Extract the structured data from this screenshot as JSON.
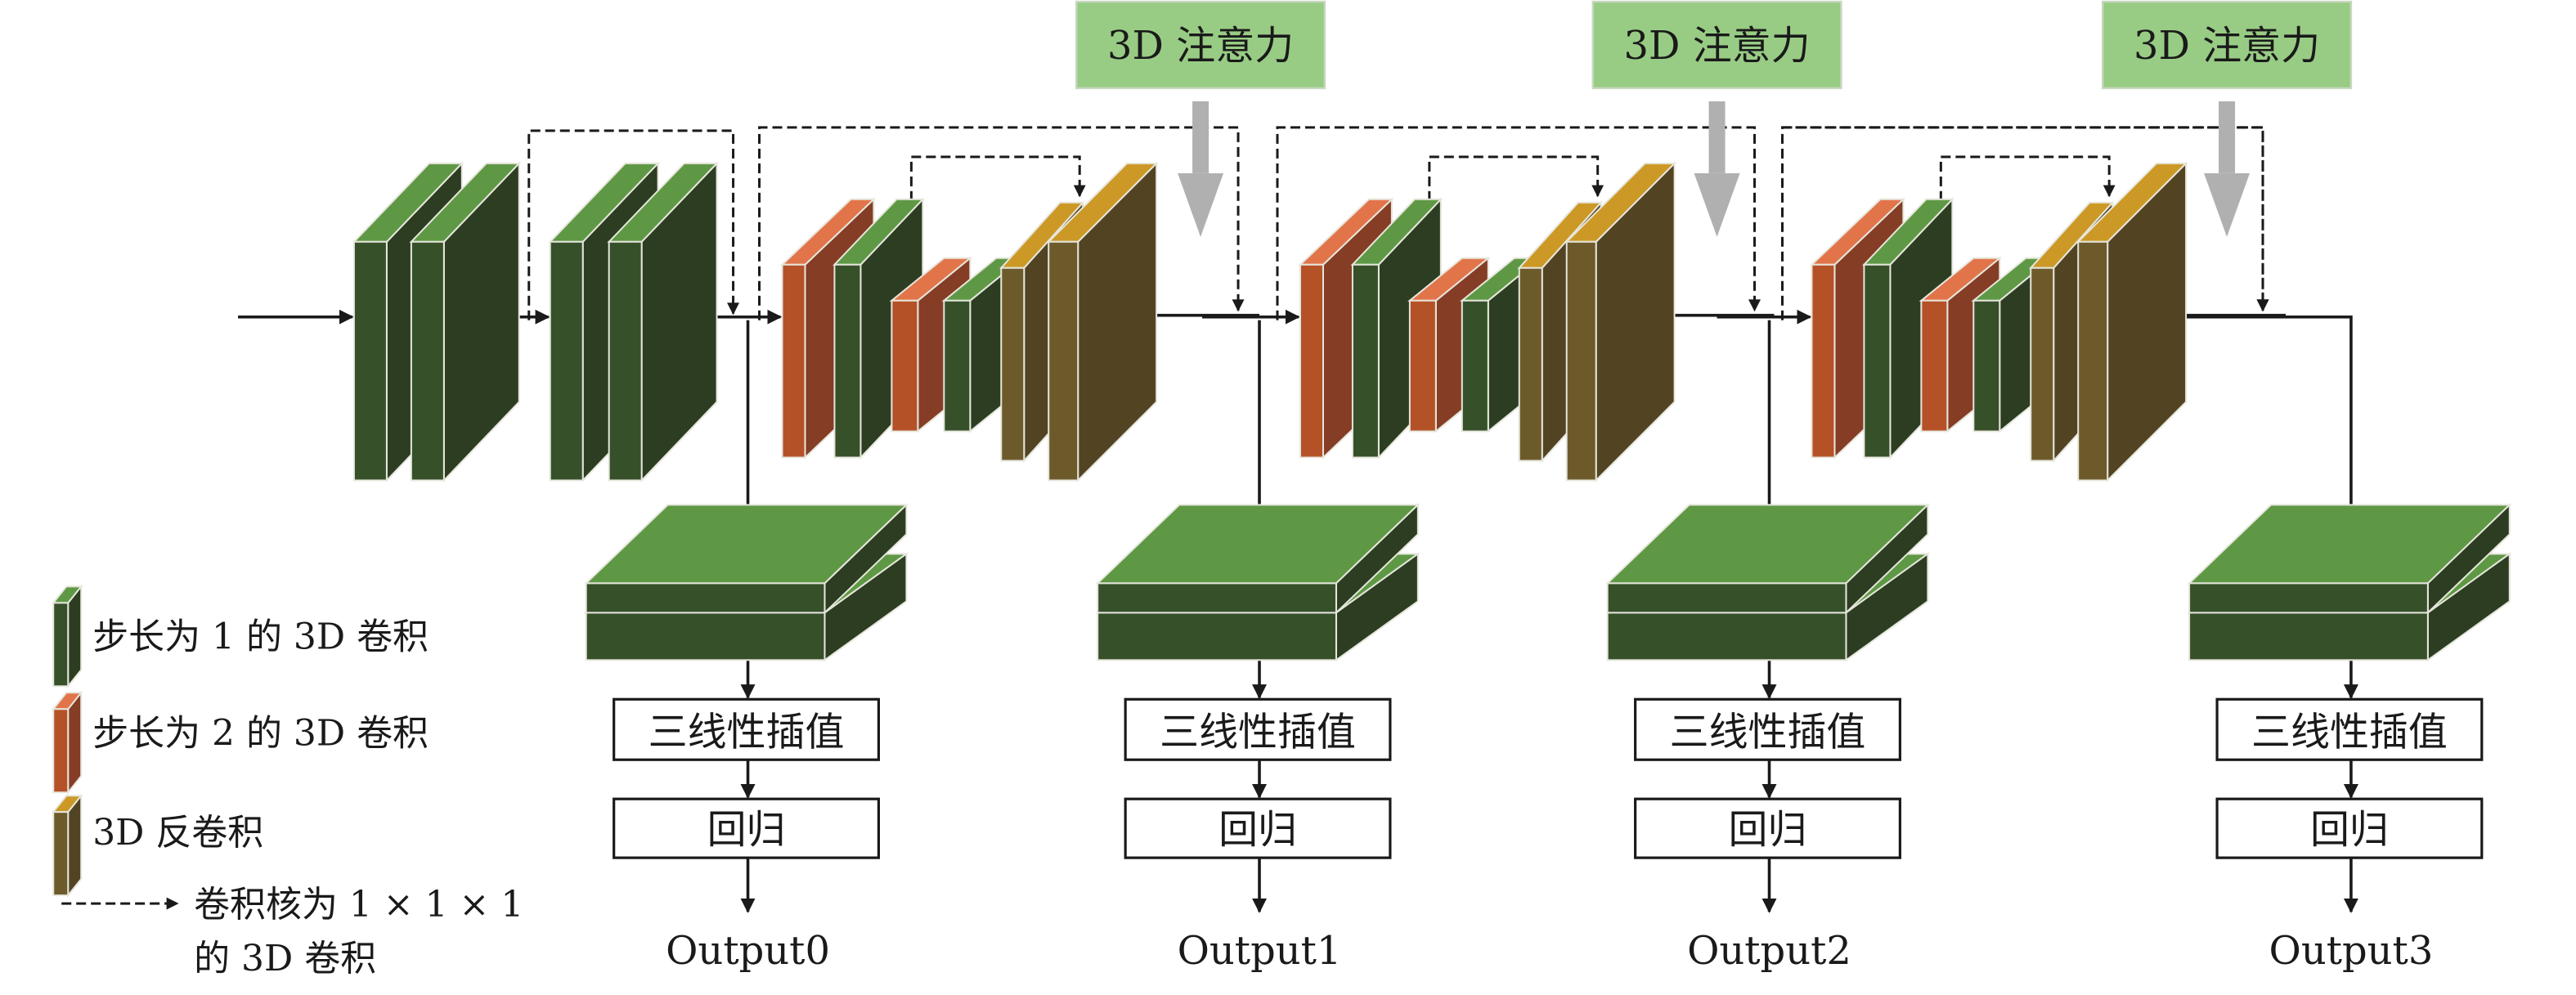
{
  "figure": {
    "attention_label": "3D 注意力",
    "interp_label": "三线性插值",
    "regress_label": "回归",
    "outputs": [
      "Output0",
      "Output1",
      "Output2",
      "Output3"
    ],
    "stages": 3
  },
  "legend": {
    "items": [
      {
        "kind": "conv-stride1",
        "label": "步长为 1 的 3D 卷积"
      },
      {
        "kind": "conv-stride2",
        "label": "步长为 2 的 3D 卷积"
      },
      {
        "kind": "deconv",
        "label": "3D 反卷积"
      }
    ],
    "dashed_line1": "卷积核为 1 × 1 × 1",
    "dashed_line2": "的 3D 卷积"
  },
  "colors": {
    "green_front": "#36502a",
    "green_side": "#2c3d21",
    "green_top": "#5e9844",
    "orange_front": "#b55127",
    "orange_side": "#853d25",
    "orange_top": "#e2744a",
    "brown_front": "#6d5a2b",
    "brown_side": "#524322",
    "brown_top": "#cc9926",
    "attention_fill": "#98cc84",
    "gray_arrow": "#b0b0b0"
  }
}
